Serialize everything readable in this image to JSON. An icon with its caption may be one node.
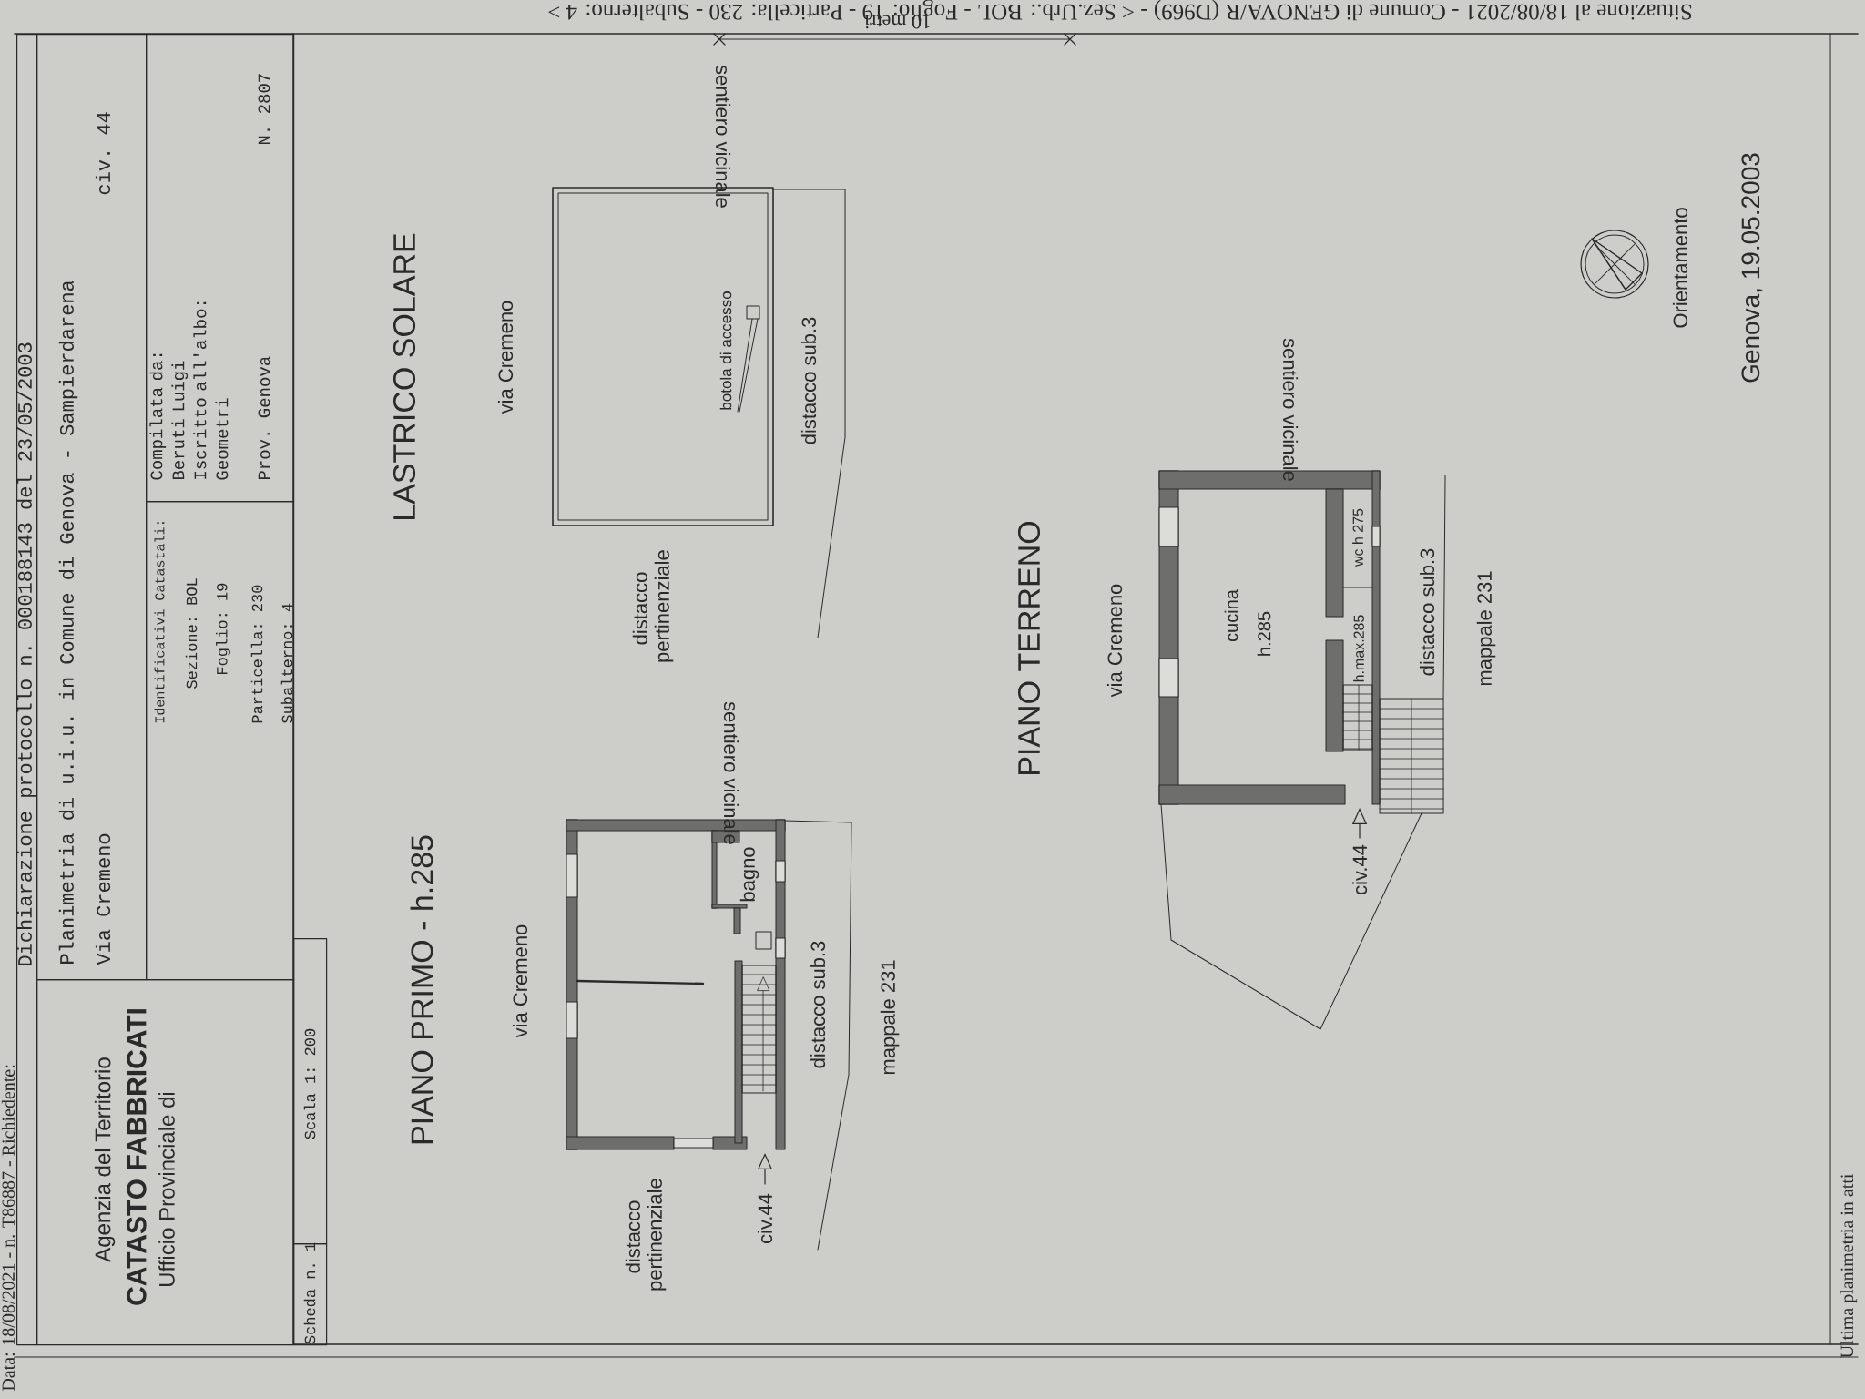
{
  "diagram": {
    "nodes": [
      {
        "text": [
          "Agenzia del Territorio",
          "CATASTO FABBRICATI",
          "Ufficio Provinciale di"
        ]
      },
      {
        "text": [
          "Dichiarazione protocollo n. 000188143 del 23/05/2003"
        ]
      },
      {
        "text": [
          "Planimetria di u.i.u. in Comune di Genova - Sampierdarena",
          "Via Cremeno",
          "civ. 44"
        ]
      },
      {
        "text": [
          "Identificativi Catastali:",
          "Sezione: BOL",
          "Foglio: 19",
          "Particella: 230",
          "Subalterno: 4"
        ]
      },
      {
        "text": [
          "Compilata da: Beruti Luigi",
          "Iscritto all'albo: Geometri",
          "Prov. Genova",
          "N. 2807"
        ]
      },
      {
        "text": [
          "Scheda n. 1"
        ]
      },
      {
        "text": [
          "Scala 1: 200"
        ]
      }
    ],
    "labels": [
      "Data: 18/08/2021 - n. T86887 - Richiedente:",
      "Situazione al 18/08/2021 - Comune di GENOVA/R (D969) - < Sez.Urb.: BOL - Foglio: 19 - Particella: 230 - Subalterno: 4 >",
      "10 metri",
      "PIANO PRIMO - h.285",
      "via Cremeno",
      "sentiero vicinale",
      "bagno",
      "distacco pertinenziale",
      "civ.44",
      "distacco sub.3",
      "mappale 231",
      "LASTRICO SOLARE",
      "via Cremeno",
      "sentiero vicinale",
      "botola di accesso",
      "distacco sub.3",
      "distacco pertinenziale",
      "PIANO TERRENO",
      "via Cremeno",
      "sentiero vicinale",
      "cucina",
      "h.285",
      "h.max.285",
      "wc h 275",
      "civ.44",
      "distacco sub.3",
      "mappale 231",
      "Orientamento",
      "Genova, 19.05.2003",
      "Ultima planimetria in atti"
    ]
  }
}
